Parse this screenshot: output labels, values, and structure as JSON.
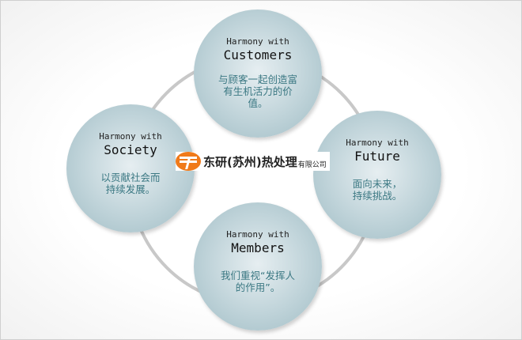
{
  "logo": {
    "name": "东研(苏州)热处理",
    "suffix": "有限公司",
    "color": "#f07a1a"
  },
  "circles": [
    {
      "title_small": "Harmony with",
      "title": "Customers",
      "text": "与顾客一起创造富有生机活力的价值。"
    },
    {
      "title_small": "Harmony with",
      "title": "Society",
      "text": "以贡献社会而持续发展。"
    },
    {
      "title_small": "Harmony with",
      "title": "Future",
      "text": "面向未来，持续挑战。"
    },
    {
      "title_small": "Harmony with",
      "title": "Members",
      "text": "我们重视“发挥人的作用”。"
    }
  ]
}
